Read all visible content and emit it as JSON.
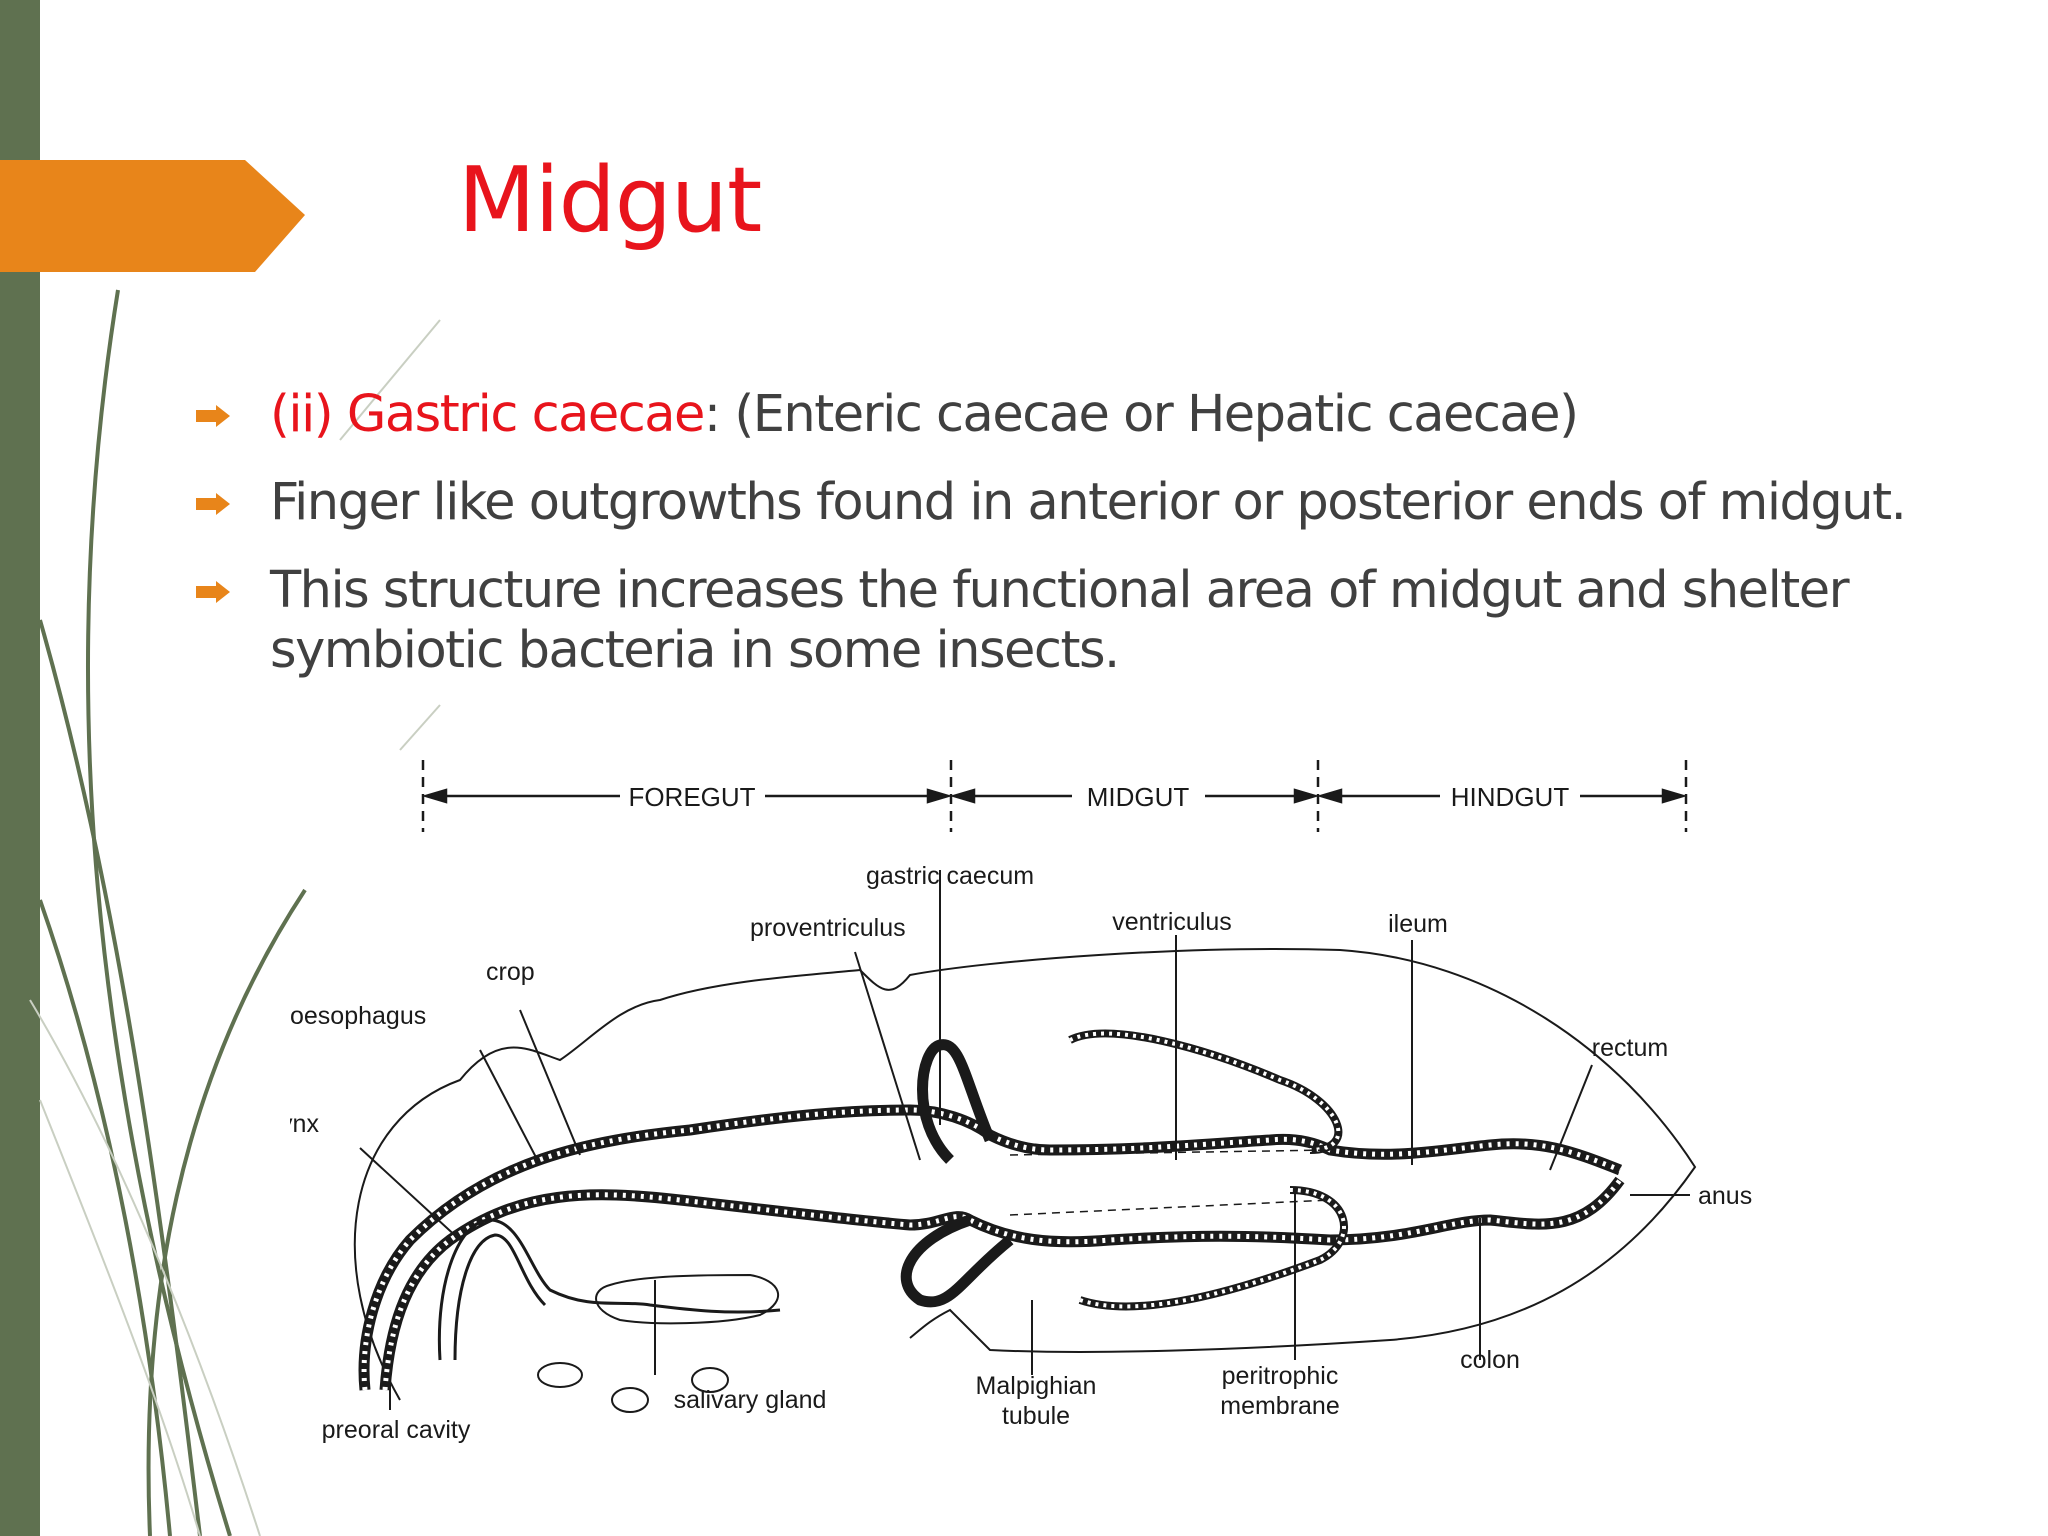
{
  "slide": {
    "title": "Midgut",
    "accent_color": "#e8851a",
    "title_color": "#e8141c",
    "sidebar_color": "#5f7150"
  },
  "bullets": [
    {
      "icon": "arrow-right-icon",
      "highlight": "(ii) Gastric caecae",
      "text": ": (Enteric caecae or Hepatic caecae)"
    },
    {
      "icon": "arrow-right-icon",
      "highlight": "",
      "text": "Finger like outgrowths found in anterior or posterior ends of midgut."
    },
    {
      "icon": "arrow-right-icon",
      "highlight": "",
      "text": "This structure increases the functional area of midgut and shelter symbiotic bacteria in some insects."
    }
  ],
  "diagram": {
    "sections": [
      "FOREGUT",
      "MIDGUT",
      "HINDGUT"
    ],
    "labels": {
      "gastric_caecum": "gastric caecum",
      "proventriculus": "proventriculus",
      "ventriculus": "ventriculus",
      "ileum": "ileum",
      "crop": "crop",
      "oesophagus": "oesophagus",
      "rectum": "rectum",
      "pharynx": "pharynx",
      "anus": "anus",
      "colon": "colon",
      "malpighian_line1": "Malpighian",
      "malpighian_line2": "tubule",
      "peritrophic_line1": "peritrophic",
      "peritrophic_line2": "membrane",
      "salivary_gland": "salivary gland",
      "preoral_cavity": "preoral cavity"
    }
  }
}
